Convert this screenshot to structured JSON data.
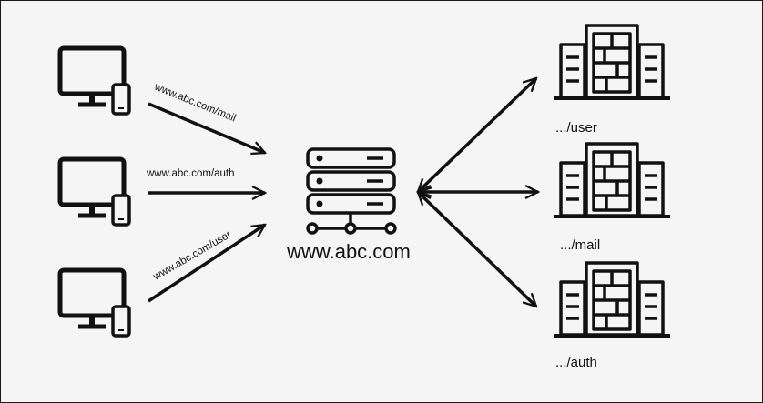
{
  "colors": {
    "stroke": "#111111",
    "background": "#f5f5f5"
  },
  "center": {
    "label": "www.abc.com",
    "icon": "load-balancer-server-icon"
  },
  "clients": [
    {
      "icon": "desktop-and-phone-icon",
      "route": "www.abc.com/mail"
    },
    {
      "icon": "desktop-and-phone-icon",
      "route": "www.abc.com/auth"
    },
    {
      "icon": "desktop-and-phone-icon",
      "route": "www.abc.com/user"
    }
  ],
  "services": [
    {
      "icon": "data-center-icon",
      "label": ".../user"
    },
    {
      "icon": "data-center-icon",
      "label": ".../mail"
    },
    {
      "icon": "data-center-icon",
      "label": ".../auth"
    }
  ]
}
